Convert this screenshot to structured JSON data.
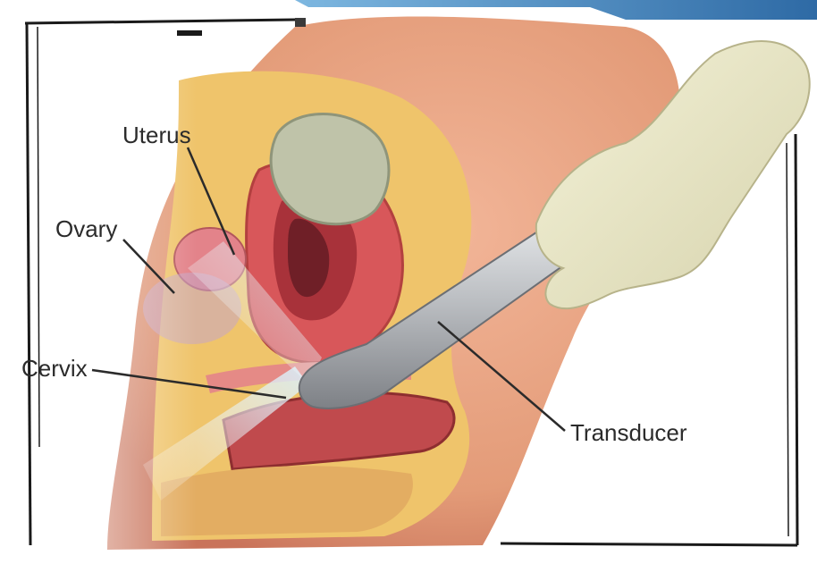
{
  "labels": {
    "uterus": "Uterus",
    "ovary": "Ovary",
    "cervix": "Cervix",
    "transducer": "Transducer"
  },
  "colors": {
    "skin": "#e9a07d",
    "skin_shadow": "#c9735a",
    "fat": "#efc46b",
    "tissue": "#d8575a",
    "tissue_dark": "#a8323a",
    "bladder": "#bfc3a9",
    "probe": "#b9bcc0",
    "glove": "#e9e7c5",
    "beam": "#cfe6f2",
    "label_text": "#2b2b2b",
    "leader_line": "#2b2b2b",
    "frame": "#1a1a1a"
  }
}
